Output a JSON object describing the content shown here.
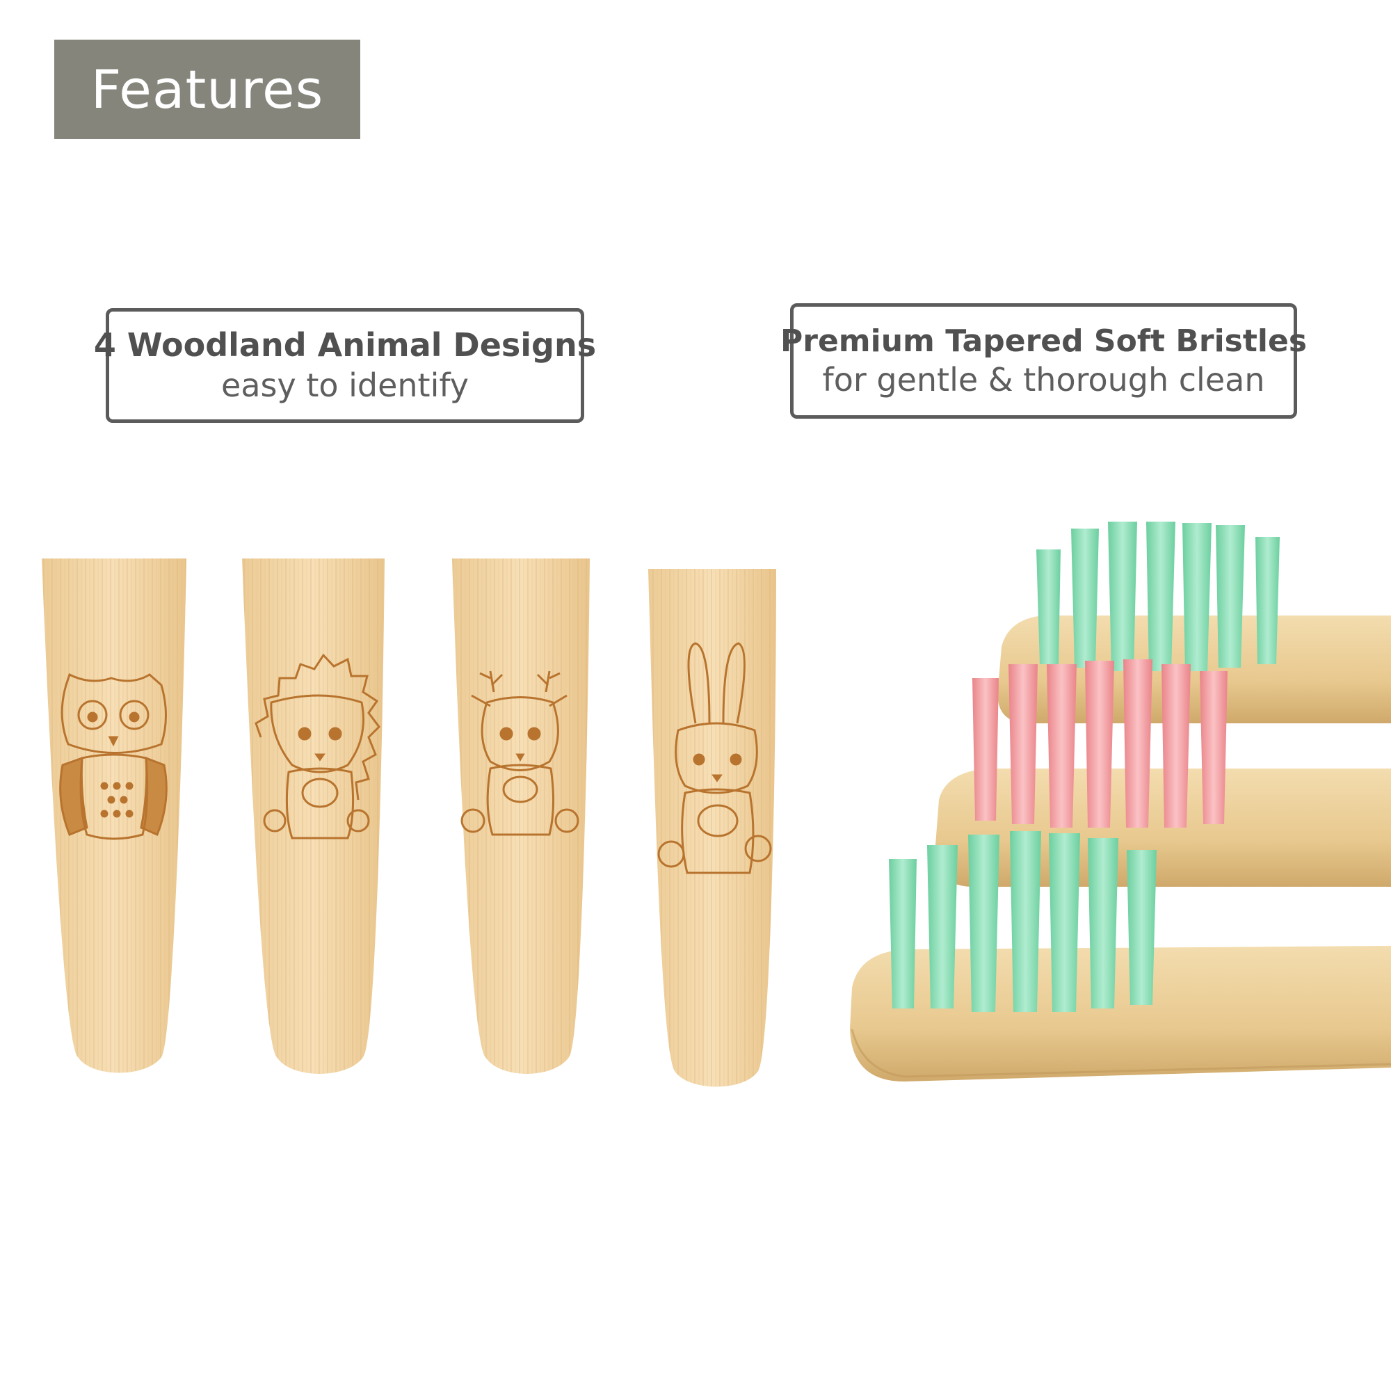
{
  "header": {
    "title": "Features"
  },
  "callouts": [
    {
      "heading": "4 Woodland Animal Designs",
      "subtext": "easy to identify"
    },
    {
      "heading": "Premium Tapered Soft Bristles",
      "subtext": "for gentle & thorough clean"
    }
  ],
  "photo": {
    "handles": [
      {
        "animal": "owl-icon"
      },
      {
        "animal": "hedgehog-icon"
      },
      {
        "animal": "deer-icon"
      },
      {
        "animal": "bunny-icon"
      }
    ],
    "brush_heads": [
      {
        "bristle_color": "#8fd9b6"
      },
      {
        "bristle_color": "#f0a0a6"
      },
      {
        "bristle_color": "#8fd9b6"
      }
    ],
    "colors": {
      "bamboo": "#f3d6a8",
      "engraving": "#b8742e",
      "tag": "#85857b",
      "border": "#5b5b5b"
    }
  }
}
